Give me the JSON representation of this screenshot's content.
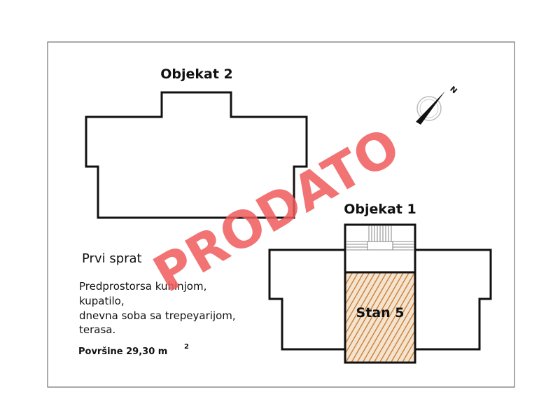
{
  "buildings": {
    "objekat2": {
      "label": "Objekat 2"
    },
    "objekat1": {
      "label": "Objekat 1"
    }
  },
  "apartment": {
    "label": "Stan 5",
    "hatch_color": "#c8782a"
  },
  "stamp": {
    "text": "PRODATO",
    "color": "#f05a5a"
  },
  "compass": {
    "label": "N"
  },
  "info": {
    "floor": "Prvi sprat",
    "description": [
      "Predprostorsa kuhinjom,",
      "kupatilo,",
      "dnevna soba sa trepeyarijom,",
      "terasa."
    ],
    "area_label": "Površine 29,30 m",
    "area_sup": "2"
  }
}
